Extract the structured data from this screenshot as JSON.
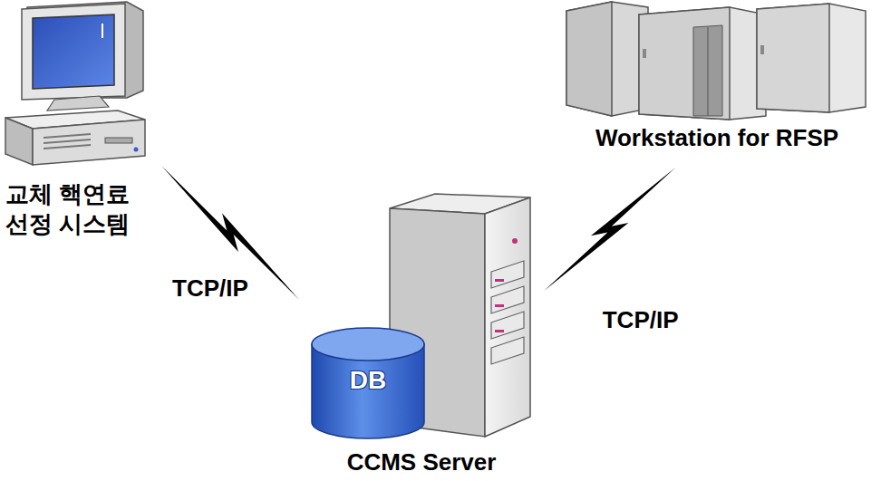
{
  "diagram": {
    "nodes": [
      {
        "text": [
          "교체 핵연료 선정 시스템"
        ]
      },
      {
        "text": [
          "Workstation for RFSP"
        ]
      },
      {
        "text": [
          "CCMS Server"
        ]
      },
      {
        "text": [
          "DB"
        ],
        "in": 2
      }
    ],
    "edges": [
      {
        "from": 0,
        "to": 2,
        "label": "TCP/IP",
        "arrow": "none"
      },
      {
        "from": 1,
        "to": 2,
        "label": "TCP/IP",
        "arrow": "none"
      }
    ]
  }
}
